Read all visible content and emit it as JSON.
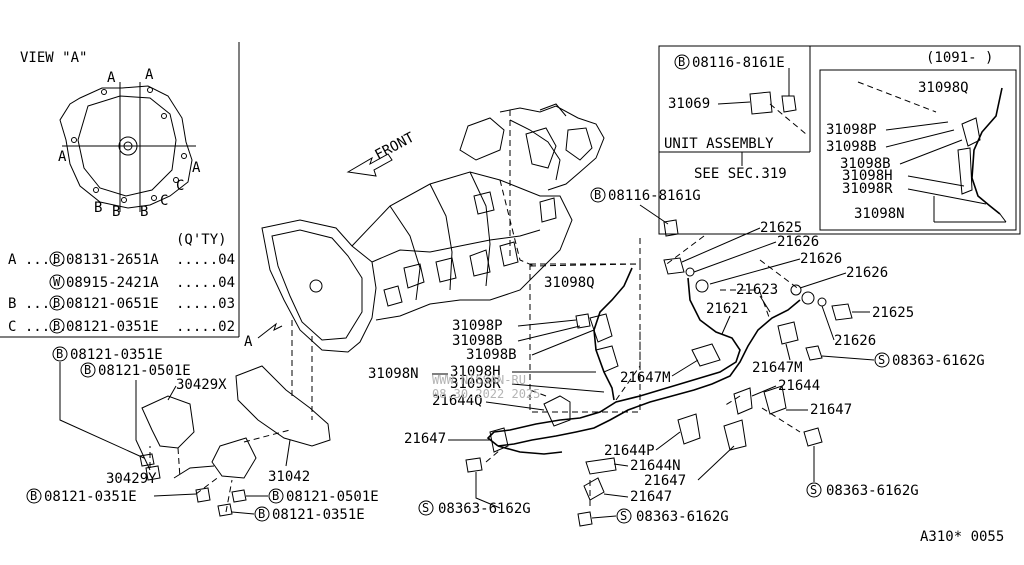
{
  "view": {
    "title": "VIEW \"A\"",
    "letter_a": "A",
    "letter_b": "B",
    "letter_c": "C",
    "qty_header": "(Q'TY)",
    "qty_rows": [
      {
        "key": "A .....",
        "badge": "B",
        "part": "08131-2651A",
        "qty": ".....04"
      },
      {
        "key": "",
        "badge": "W",
        "part": "08915-2421A",
        "qty": ".....04"
      },
      {
        "key": "B .....",
        "badge": "B",
        "part": "08121-0651E",
        "qty": ".....03"
      },
      {
        "key": "C .....",
        "badge": "B",
        "part": "08121-0351E",
        "qty": ".....02"
      }
    ]
  },
  "inset": {
    "part": "08116-8161E",
    "badge": "B",
    "bolt": "31069",
    "unit": "UNIT ASSEMBLY",
    "see": "SEE SEC.319"
  },
  "inset2": {
    "range": "(1091-  )",
    "labels": [
      "31098Q",
      "31098P",
      "31098B",
      "31098B",
      "31098H",
      "31098R",
      "31098N"
    ]
  },
  "front": "FRONT",
  "arrow_a": "A",
  "labels": {
    "b_08116_8161G": "08116-8161G",
    "p21625a": "21625",
    "p21626a": "21626",
    "p21626b": "21626",
    "p21626c": "21626",
    "p21623": "21623",
    "p21621": "21621",
    "p21625b": "21625",
    "p21626d": "21626",
    "p21647M_r": "21647M",
    "s08363_a": "08363-6162G",
    "p21644": "21644",
    "p21647_r": "21647",
    "s08363_b": "08363-6162G",
    "p31098Q": "31098Q",
    "p31098P": "31098P",
    "p31098B_1": "31098B",
    "p31098B_2": "31098B",
    "p31098N": "31098N",
    "p31098H": "31098H",
    "p31098R": "31098R",
    "p21644Q": "21644Q",
    "p21647M_l": "21647M",
    "p21647_l": "21647",
    "p21644P": "21644P",
    "p21644N": "21644N",
    "p21647_m": "21647",
    "p21647_b": "21647",
    "s08363_c": "08363-6162G",
    "s08363_d": "08363-6162G",
    "b08121_0351E_a": "08121-0351E",
    "b08121_0501E_a": "08121-0501E",
    "p30429X": "30429X",
    "p30429Y": "30429Y",
    "p31042": "31042",
    "b08121_0351E_b": "08121-0351E",
    "b08121_0501E_b": "08121-0501E",
    "b08121_0351E_c": "08121-0351E"
  },
  "badges": {
    "b": "B",
    "s": "S",
    "w": "W"
  },
  "code": "A310* 0055",
  "watermark": "WWW.NISSAN-RU\n08.30.2022 2025"
}
